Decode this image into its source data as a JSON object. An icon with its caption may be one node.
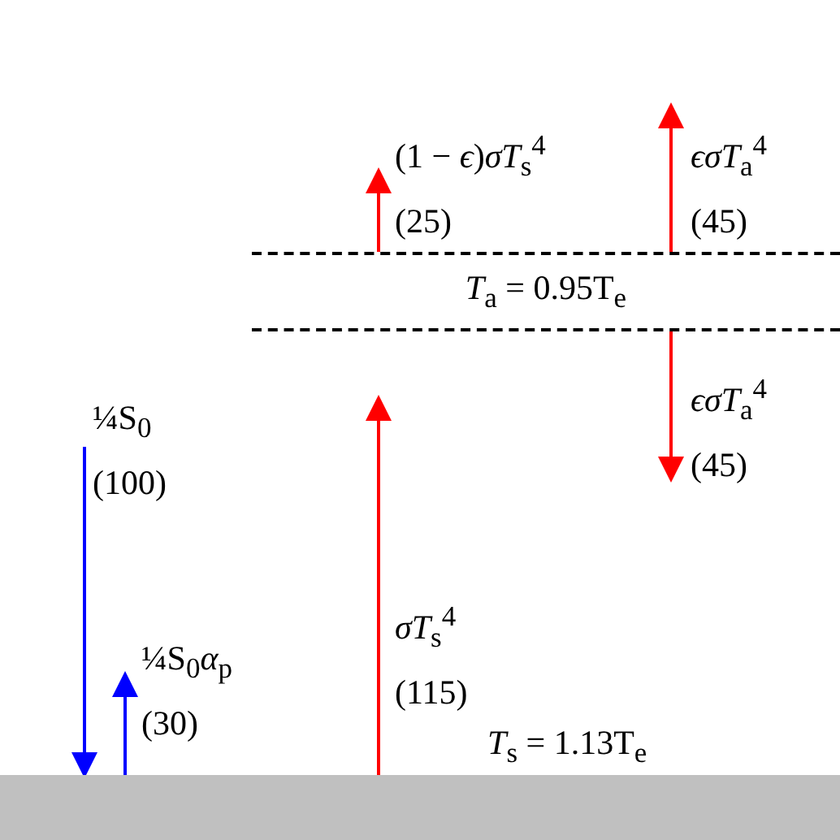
{
  "diagram": {
    "nodes": [
      {
        "text": [
          "*T*$_{a}$ = 0.95T$_{e}$"
        ]
      },
      {
        "text": [],
        "shape": "bar",
        "beside": [
          "*T*$_{s}$ = 1.13T$_{e}$"
        ]
      }
    ],
    "edges": [
      {
        "from": null,
        "to": 1,
        "arrow": "to",
        "label": "¼S$_{0}$ (100)",
        "color": "#0000ff"
      },
      {
        "from": 1,
        "to": null,
        "arrow": "to",
        "label": "¼S$_{0}$*α*$_{p}$ (30)",
        "color": "#0000ff"
      },
      {
        "from": 1,
        "to": null,
        "arrow": "to",
        "label": "*σT*$_{s}$$^{4}$ (115)"
      },
      {
        "from": 0,
        "to": null,
        "arrow": "to",
        "label": "(1 − *ϵ*)*σT*$_{s}$$^{4}$ (25)"
      },
      {
        "from": 0,
        "to": null,
        "arrow": "to",
        "label": "*ϵσT*$_{a}$$^{4}$ (45)"
      },
      {
        "from": 0,
        "to": null,
        "arrow": "to",
        "label": "*ϵσT*$_{a}$$^{4}$ (45)"
      }
    ]
  }
}
